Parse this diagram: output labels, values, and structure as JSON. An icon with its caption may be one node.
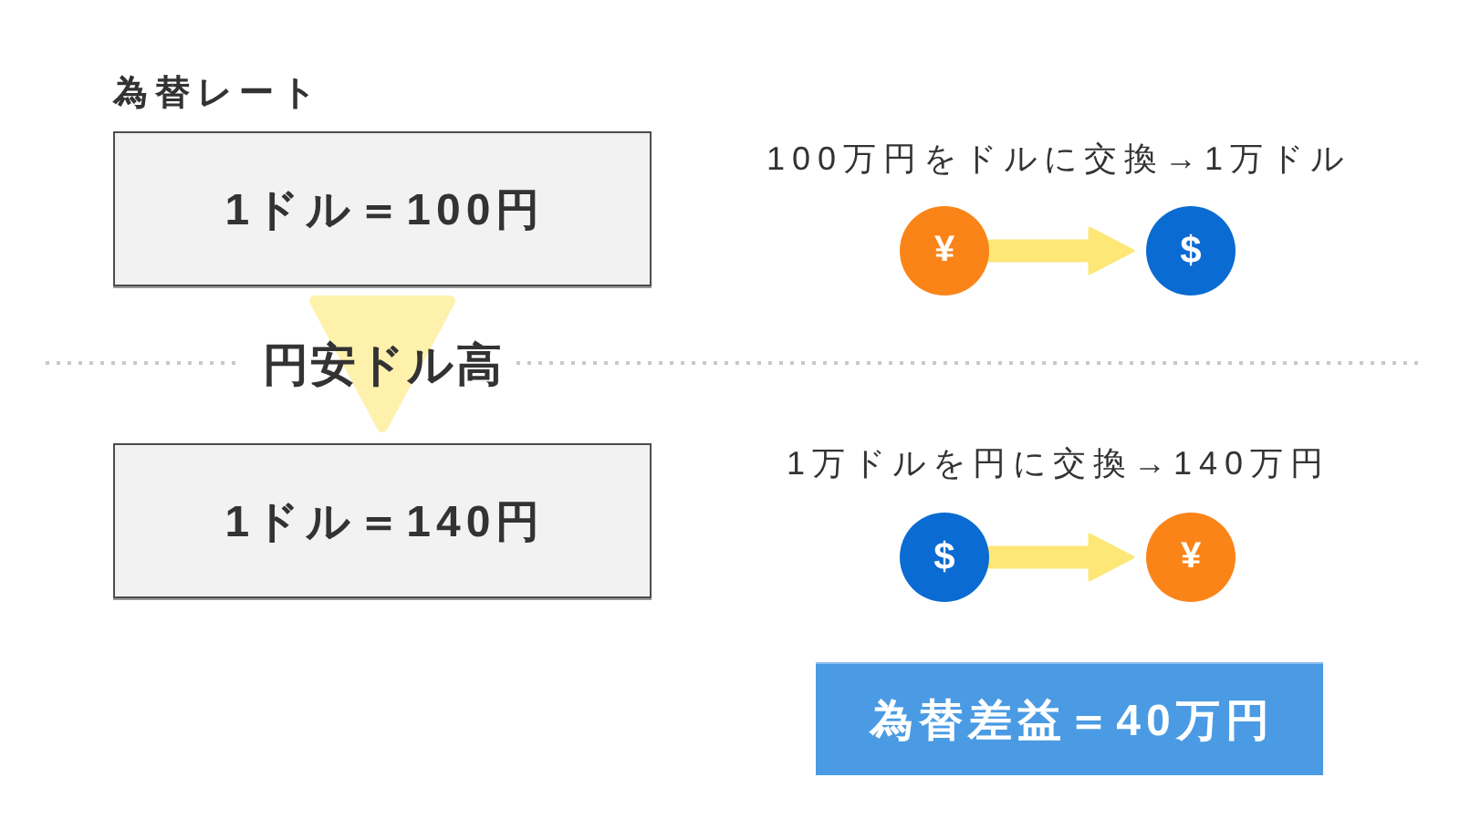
{
  "diagram": {
    "nodes": [
      {
        "text": [
          "1ドル＝100円"
        ]
      },
      {
        "text": [
          "¥"
        ]
      },
      {
        "text": [
          "$"
        ]
      },
      {
        "text": [
          "1ドル＝140円"
        ]
      },
      {
        "text": [
          "$"
        ]
      },
      {
        "text": [
          "¥"
        ]
      },
      {
        "text": [
          "為替差益＝40万円"
        ]
      }
    ],
    "edges": [
      {
        "from": 0,
        "to": 3,
        "arrow": "to",
        "label": "円安ドル高",
        "style": "thick",
        "color": "#fef1ac"
      },
      {
        "from": 1,
        "to": 2,
        "arrow": "to",
        "style": "thick"
      },
      {
        "from": 4,
        "to": 5,
        "arrow": "to",
        "style": "thick"
      }
    ],
    "labels": [
      "為替レート",
      "100万円をドルに交換→1万ドル",
      "1万ドルを円に交換→140万円"
    ]
  }
}
